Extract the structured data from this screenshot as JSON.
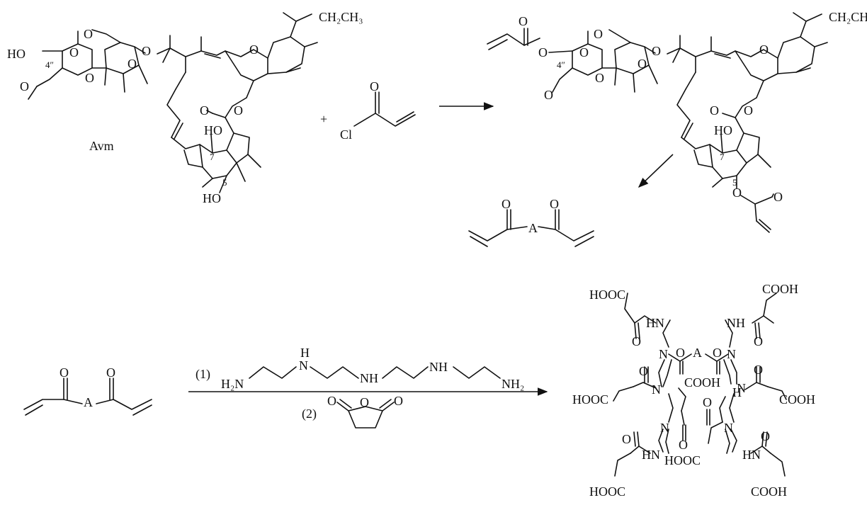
{
  "labels": {
    "avm": "Avm",
    "plus": "+",
    "cl": "Cl",
    "o": "O",
    "ho": "HO",
    "ho_7": "HO",
    "oh_5": "HO",
    "ethyl": "CH₂CH₃",
    "c4pp": "4″",
    "c7": "7",
    "c5": "5",
    "a": "A",
    "step1": "(1)",
    "step2": "(2)",
    "h": "H",
    "n": "N",
    "nh": "NH",
    "hn": "HN",
    "h2n": "H₂N",
    "nh2": "NH₂",
    "cooh": "COOH",
    "hooc": "HOOC"
  }
}
